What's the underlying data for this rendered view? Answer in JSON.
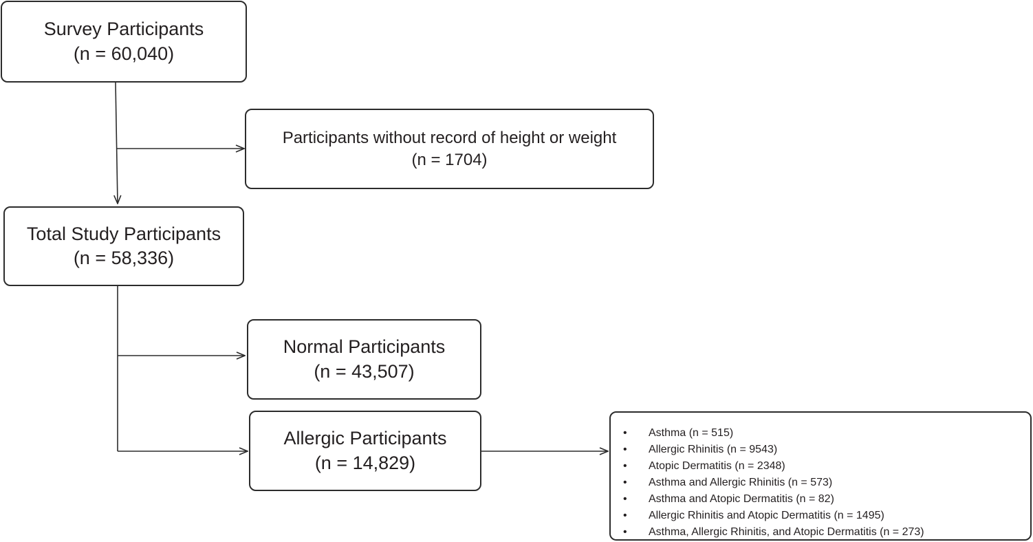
{
  "survey": {
    "title": "Survey Participants",
    "count": "(n = 60,040)"
  },
  "excluded": {
    "title": "Participants without record of height or weight",
    "count": "(n = 1704)"
  },
  "total": {
    "title": "Total Study Participants",
    "count": "(n = 58,336)"
  },
  "normal": {
    "title": "Normal Participants",
    "count": "(n = 43,507)"
  },
  "allergic": {
    "title": "Allergic Participants",
    "count": "(n = 14,829)"
  },
  "breakdown": {
    "bullet": "•",
    "items": [
      "Asthma (n = 515)",
      "Allergic Rhinitis (n = 9543)",
      "Atopic Dermatitis (n = 2348)",
      "Asthma and Allergic Rhinitis (n = 573)",
      "Asthma and Atopic Dermatitis (n = 82)",
      "Allergic Rhinitis and Atopic Dermatitis (n = 1495)",
      "Asthma, Allergic Rhinitis, and Atopic Dermatitis  (n = 273)"
    ]
  },
  "colors": {
    "line": "#2b2b2b",
    "text": "#231f20"
  }
}
